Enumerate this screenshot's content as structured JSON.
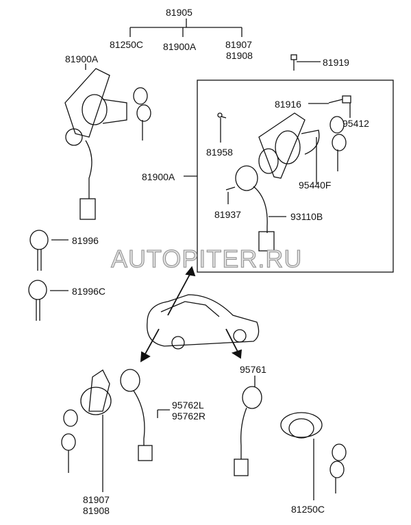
{
  "labels": {
    "assembly_top": "81905",
    "sub_left": "81250C",
    "sub_mid": "81900A",
    "sub_right_1": "81907",
    "sub_right_2": "81908",
    "left_lock": "81900A",
    "bolt": "81919",
    "screw_81916": "81916",
    "connector_95412": "95412",
    "screw_81958": "81958",
    "box_callout": "81900A",
    "housing_95440F": "95440F",
    "screw_81937": "81937",
    "harness_93110B": "93110B",
    "key_1": "81996",
    "key_2": "81996C",
    "door_lock_label_1": "95762L",
    "door_lock_label_2": "95762R",
    "door_cyl_1": "81907",
    "door_cyl_2": "81908",
    "trunk_switch": "95761",
    "trunk_lock": "81250C"
  },
  "watermark": "AUTOPITER.RU"
}
